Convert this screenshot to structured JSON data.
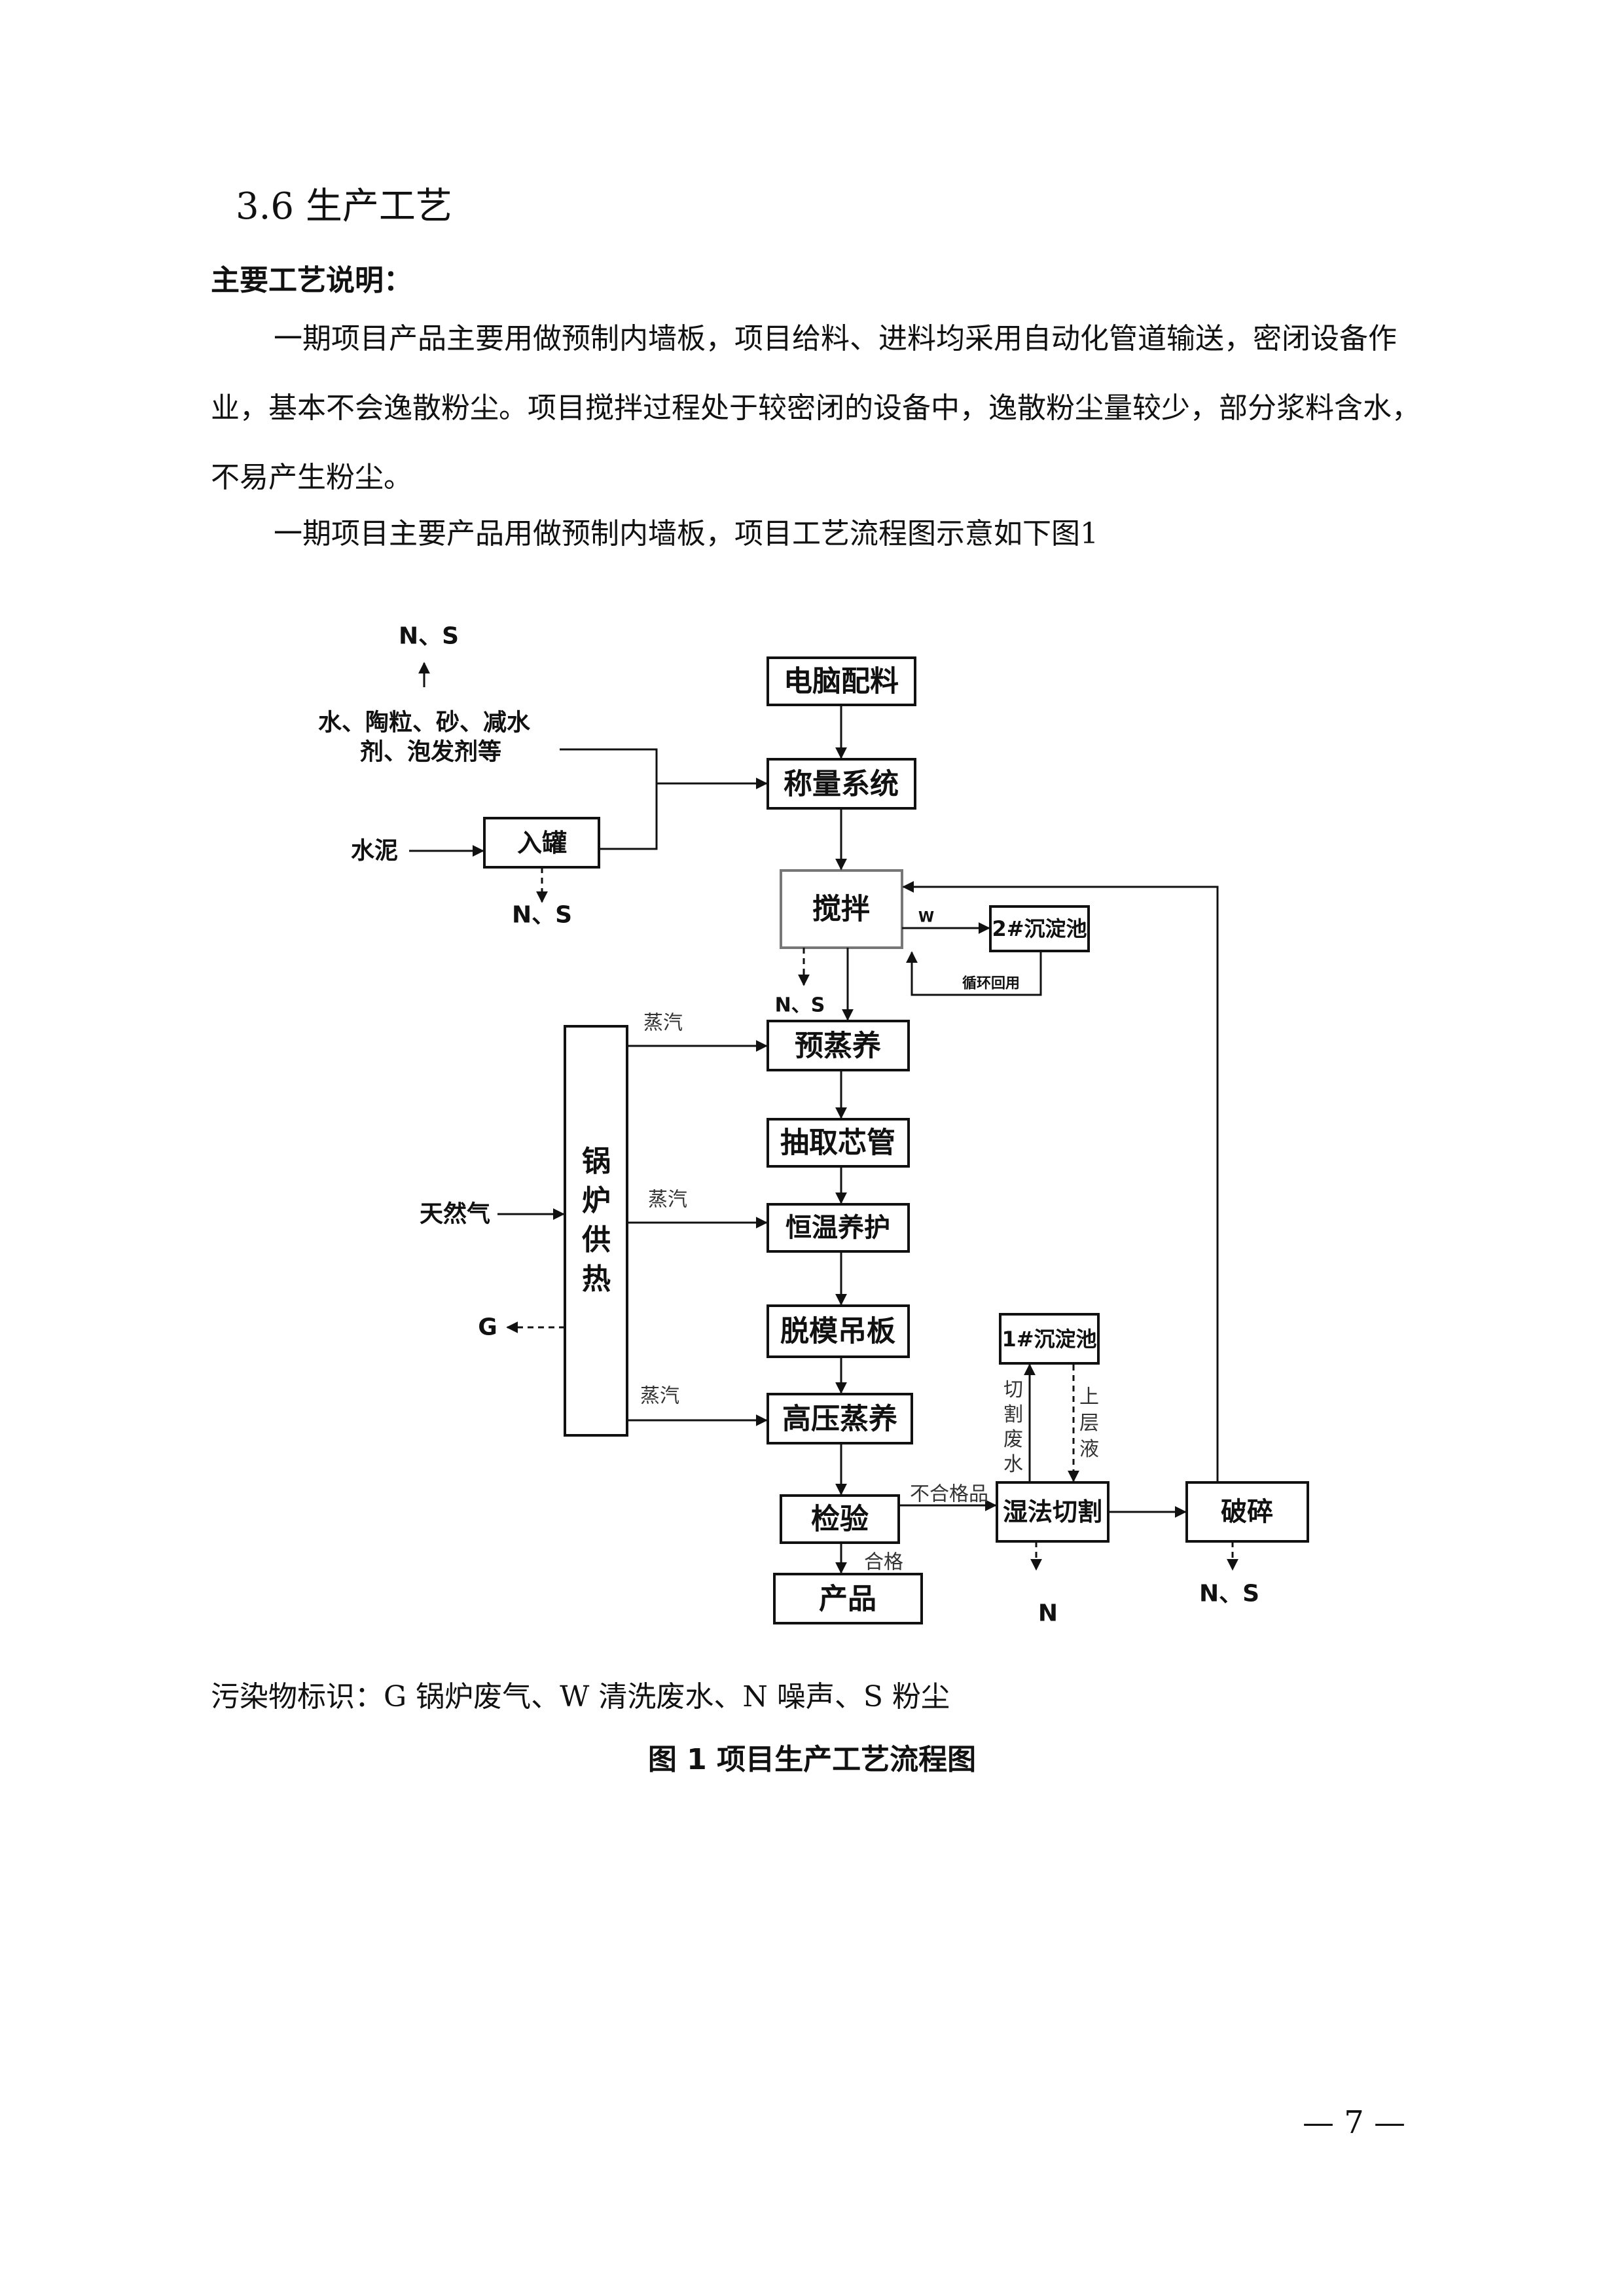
{
  "section": {
    "heading": "3.6 生产工艺",
    "subheading": "主要工艺说明：",
    "paragraph1": "一期项目产品主要用做预制内墙板，项目给料、进料均采用自动化管道输送，密闭设备作业，基本不会逸散粉尘。项目搅拌过程处于较密闭的设备中，逸散粉尘量较少，部分浆料含水，不易产生粉尘。",
    "paragraph2": "一期项目主要产品用做预制内墙板，项目工艺流程图示意如下图1"
  },
  "diagram": {
    "boxes": {
      "computer_batching": "电脑配料",
      "weighing": "称量系统",
      "tank": "入罐",
      "mixing": "搅拌",
      "sed2": "2#沉淀池",
      "pre_steam": "预蒸养",
      "core_pull": "抽取芯管",
      "const_temp": "恒温养护",
      "demold": "脱模吊板",
      "autoclave": "高压蒸养",
      "inspection": "检验",
      "product": "产品",
      "sed1": "1#沉淀池",
      "wet_cut": "湿法切割",
      "crush": "破碎",
      "boiler": "锅炉供热"
    },
    "labels": {
      "raw_line1": "水、陶粒、砂、减水",
      "raw_line2": "剂、泡发剂等",
      "ns_top": "N、S",
      "cement": "水泥",
      "ns_tank": "N、S",
      "w": "W",
      "recycle": "循环回用",
      "ns_mix": "N、S",
      "steam1": "蒸汽",
      "steam2": "蒸汽",
      "steam3": "蒸汽",
      "natural_gas": "天然气",
      "g": "G",
      "cut_water": "切割废水",
      "upper_liquid": "上层液",
      "unqualified": "不合格品",
      "qualified": "合格",
      "n_cut": "N",
      "ns_crush": "N、S"
    }
  },
  "pollutants": "污染物标识：G 锅炉废气、W 清洗废水、N 噪声、S 粉尘",
  "caption": "图 1  项目生产工艺流程图",
  "page_number": "— 7 —"
}
